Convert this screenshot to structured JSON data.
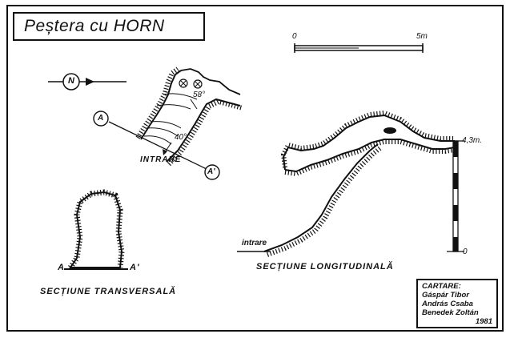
{
  "title": "Peștera cu HORN",
  "scale": {
    "start_label": "0",
    "end_label": "5m"
  },
  "north_label": "N",
  "plan": {
    "section_start": "A",
    "section_end": "A'",
    "entrance_label": "INTRARE",
    "slope_1": "58°",
    "slope_2": "40°"
  },
  "cross_section": {
    "left_label": "A",
    "right_label": "A'",
    "caption": "SECȚIUNE  TRANSVERSALĂ"
  },
  "long_section": {
    "height_label": "4,3m.",
    "zero_label": "0",
    "entrance_label": "intrare",
    "caption": "SECȚIUNE  LONGITUDINALĂ"
  },
  "credits": {
    "heading": "CARTARE:",
    "authors": [
      "Gáspár  Tibor",
      "András  Csaba",
      "Benedek  Zoltán"
    ],
    "year": "1981"
  }
}
